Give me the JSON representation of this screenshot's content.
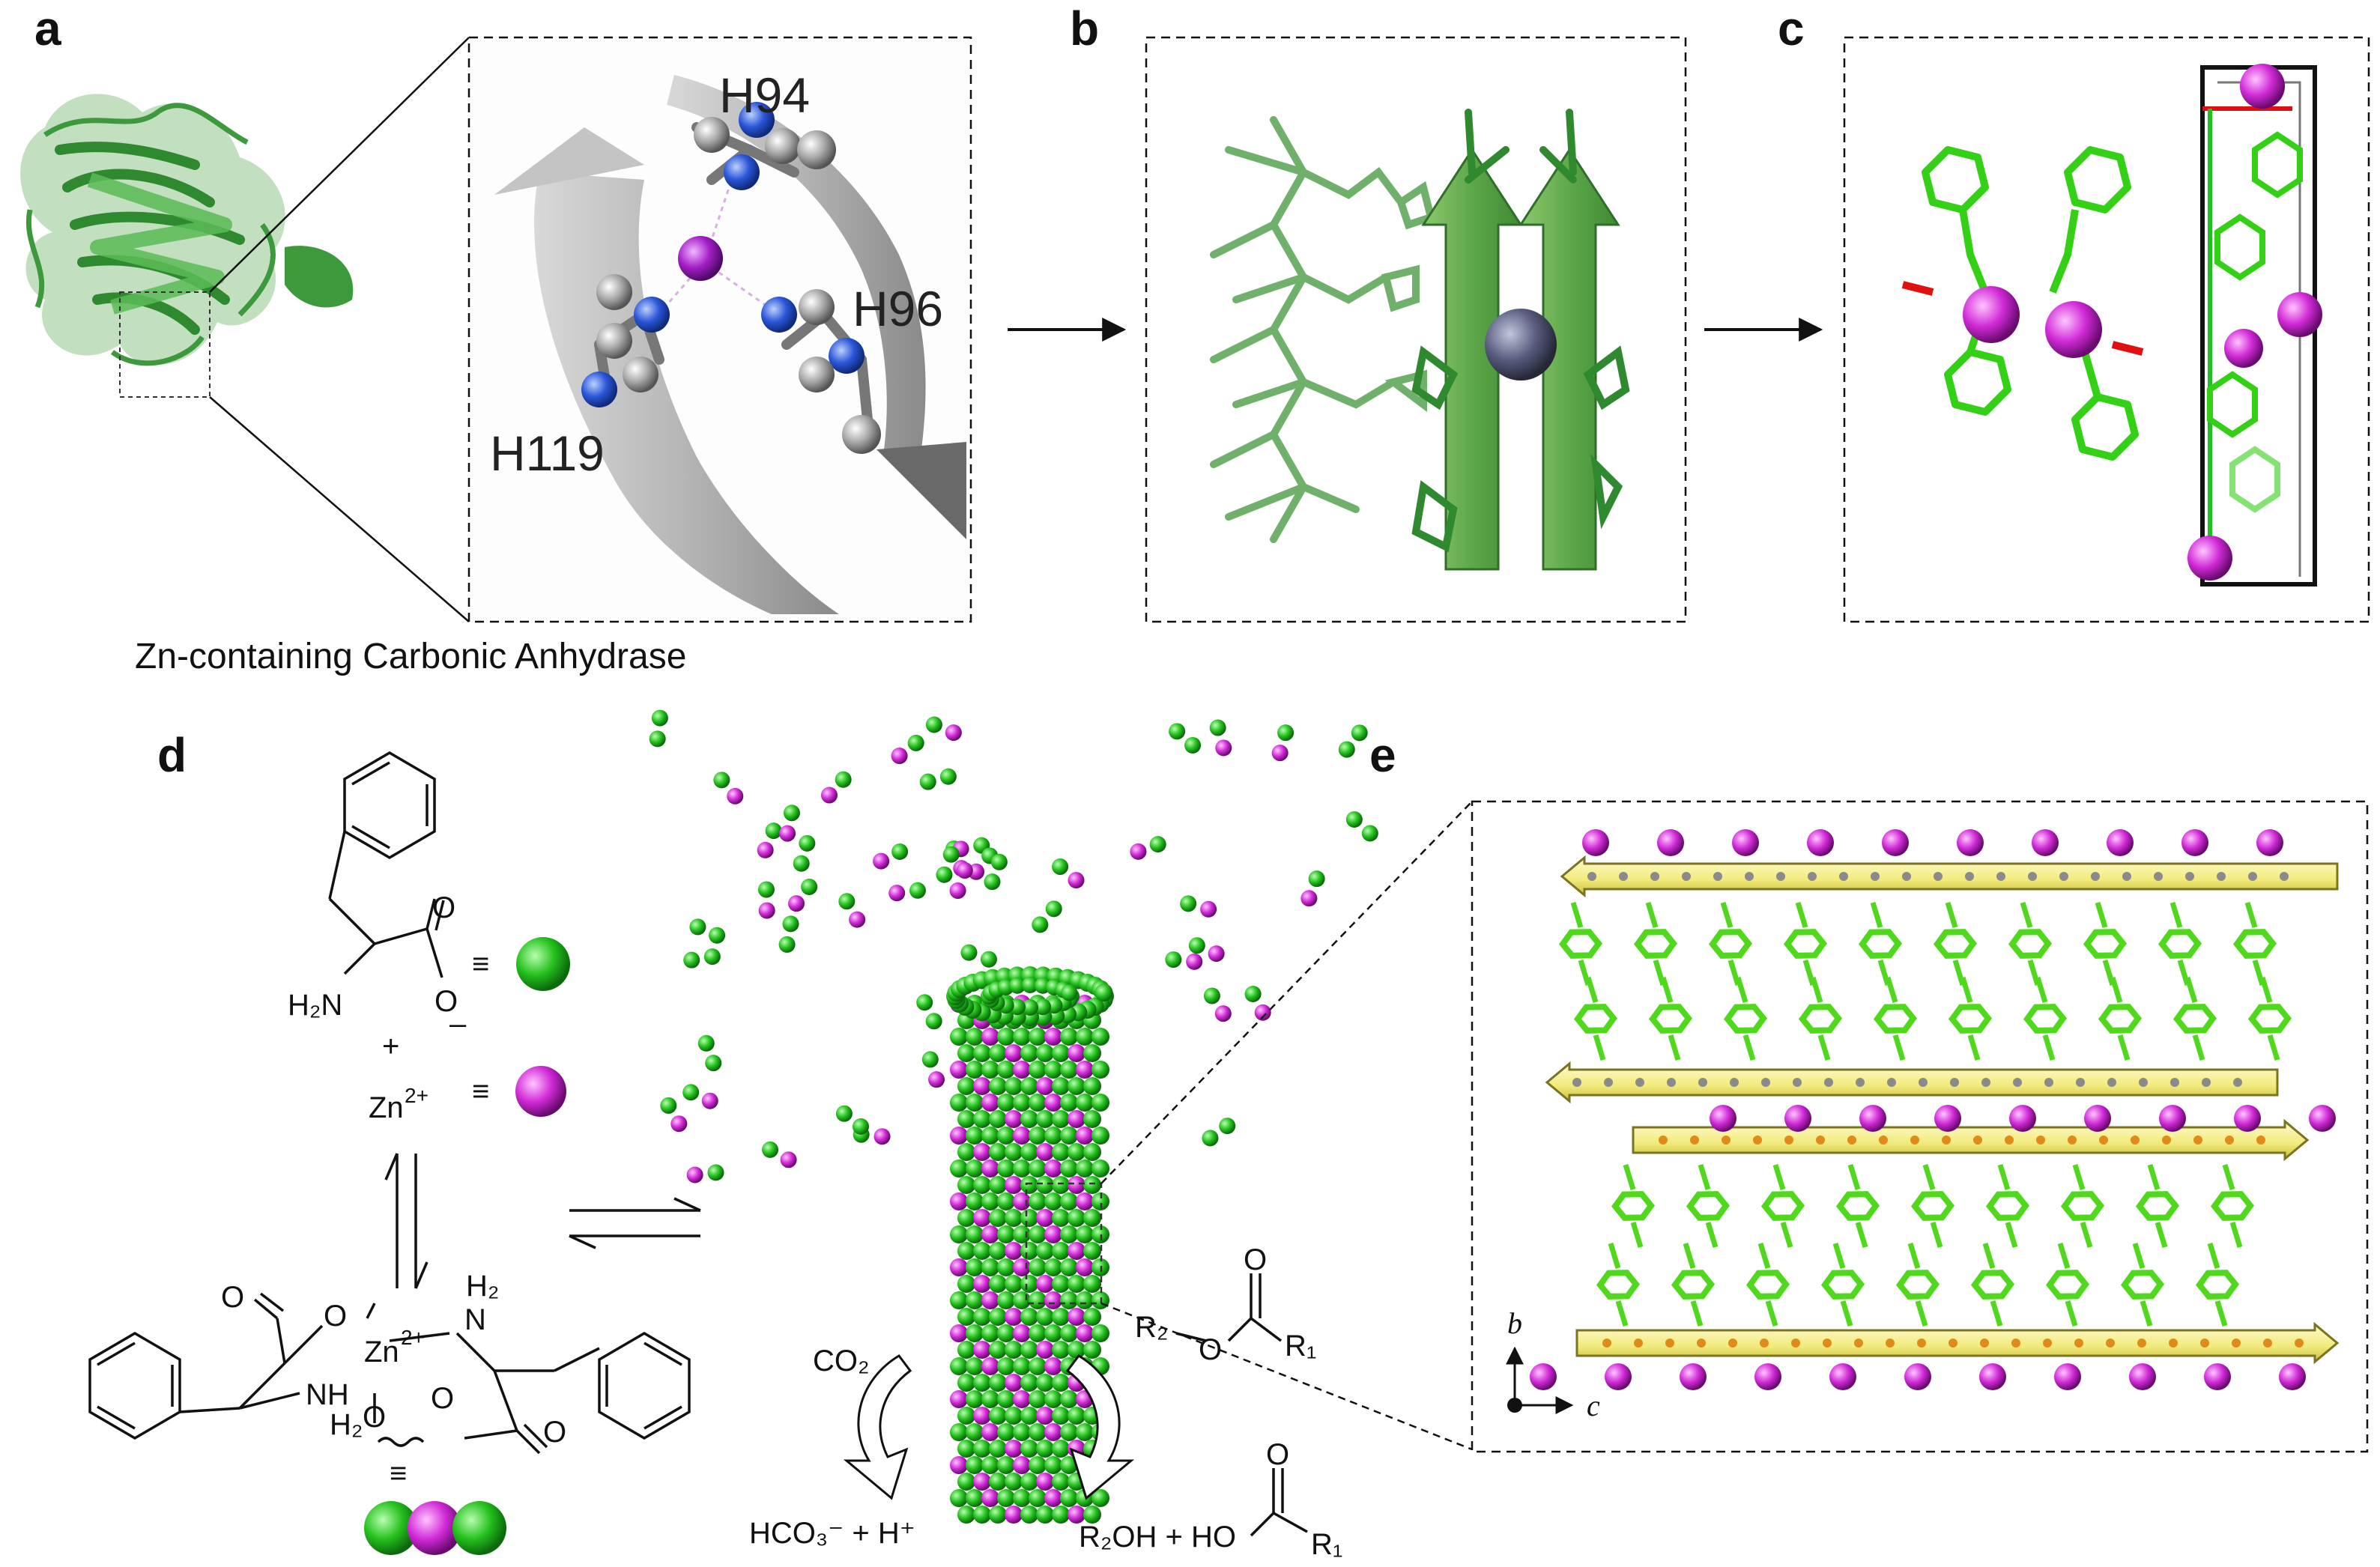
{
  "panels": {
    "a": {
      "label": "a",
      "caption": "Zn-containing Carbonic Anhydrase",
      "residues": [
        "H94",
        "H96",
        "H119"
      ],
      "colors": {
        "protein": "#3f9f3f",
        "zinc": "#b02ad0",
        "ribbon": "#9a9a9a",
        "nitrogen": "#2a56d8",
        "carbon": "#8c8c8c"
      }
    },
    "b": {
      "label": "b",
      "colors": {
        "peptide": "#6fb06a",
        "sheet": "#4f9a3d",
        "metal": "#5a5e80"
      }
    },
    "c": {
      "label": "c",
      "colors": {
        "ligand": "#33d016",
        "zinc": "#e01fd6",
        "cell": "#111111",
        "cell_axis_a": "#e01010",
        "cell_axis_b": "#20c020"
      }
    },
    "d": {
      "label": "d",
      "phe_amine": "H₂N",
      "phe_o": "O",
      "phe_o_minus": "O",
      "charge_minus": "–",
      "plus": "+",
      "zn_ion": "Zn",
      "zn_charge": "2+",
      "equiv": "≡",
      "complex_zn": "Zn",
      "complex_charge": "2+",
      "complex_labels": [
        "O",
        "O",
        "H₂",
        "N",
        "NH",
        "H₂",
        "O",
        "O",
        "O"
      ],
      "co2": "CO₂",
      "hco3": "HCO₃⁻ + H⁺",
      "ester_r2": "R₂",
      "ester_o": "O",
      "ester_ocarbonyl": "O",
      "ester_r1": "R₁",
      "products_r2oh": "R₂OH + HO",
      "products_o": "O",
      "products_r1": "R₁",
      "colors": {
        "phe": "#22c41c",
        "zinc": "#d33ad8"
      }
    },
    "e": {
      "label": "e",
      "axis_b": "b",
      "axis_c": "c",
      "colors": {
        "arrow": "#f5f08a",
        "ligand": "#4fd81c",
        "zinc": "#e05ce4",
        "oxygen": "#e02020"
      }
    }
  }
}
